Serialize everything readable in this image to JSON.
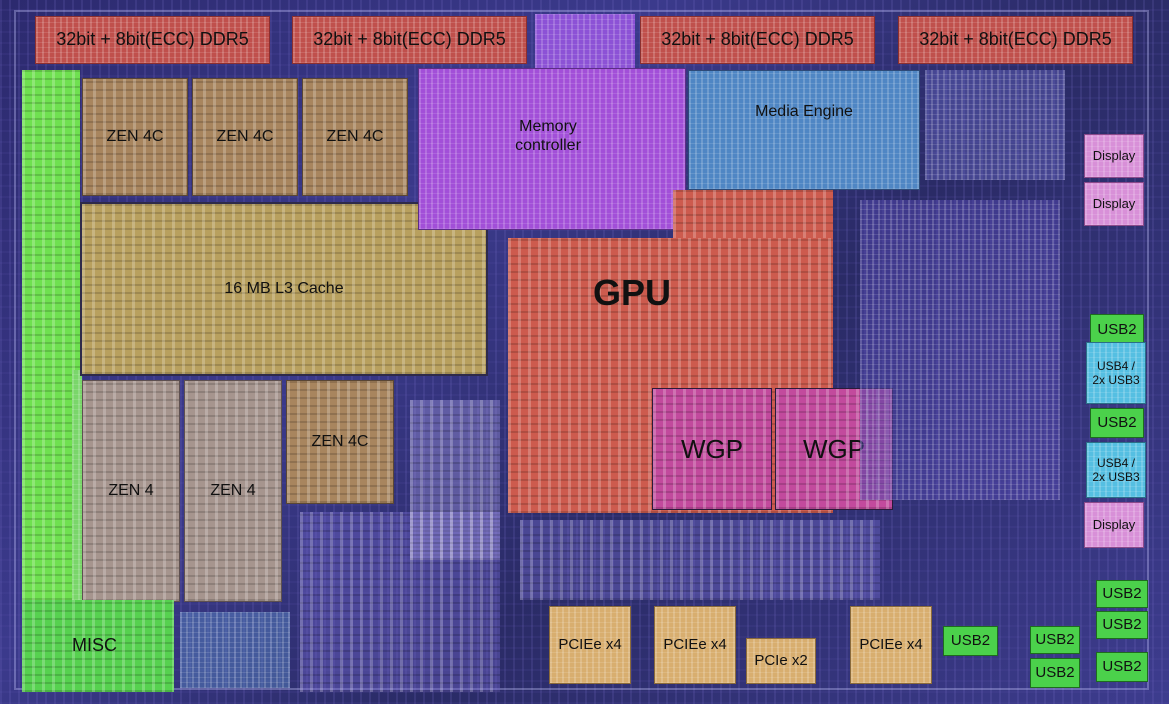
{
  "ddr": [
    "32bit + 8bit(ECC) DDR5",
    "32bit + 8bit(ECC) DDR5",
    "32bit + 8bit(ECC) DDR5",
    "32bit + 8bit(ECC) DDR5"
  ],
  "zen4c": [
    "ZEN 4C",
    "ZEN 4C",
    "ZEN 4C",
    "ZEN 4C"
  ],
  "zen4": [
    "ZEN 4",
    "ZEN 4"
  ],
  "l3": "16 MB L3 Cache",
  "memory_controller": "Memory\ncontroller",
  "media_engine": "Media Engine",
  "gpu": "GPU",
  "wgp": [
    "WGP",
    "WGP"
  ],
  "display": [
    "Display",
    "Display",
    "Display"
  ],
  "usb2": [
    "USB2",
    "USB2",
    "USB2",
    "USB2",
    "USB2",
    "USB2",
    "USB2",
    "USB2"
  ],
  "usb4": [
    "USB4 /\n2x USB3",
    "USB4 /\n2x USB3"
  ],
  "pcie": [
    "PCIEe x4",
    "PCIEe x4",
    "PCIe x2",
    "PCIEe x4"
  ],
  "misc": "MISC",
  "colors": {
    "ddr": "#c0504c",
    "zen4c": "#a8855e",
    "zen4": "#a6958e",
    "l3": "#b8a05e",
    "memory_controller": "#a24fd8",
    "media_engine": "#4f86c4",
    "gpu": "#cd5b4e",
    "wgp": "#c24a9d",
    "display": "#d890d8",
    "usb2": "#4bd14b",
    "usb4": "#55bfe2",
    "pcie": "#d8ae6f",
    "misc": "#56d14f"
  }
}
